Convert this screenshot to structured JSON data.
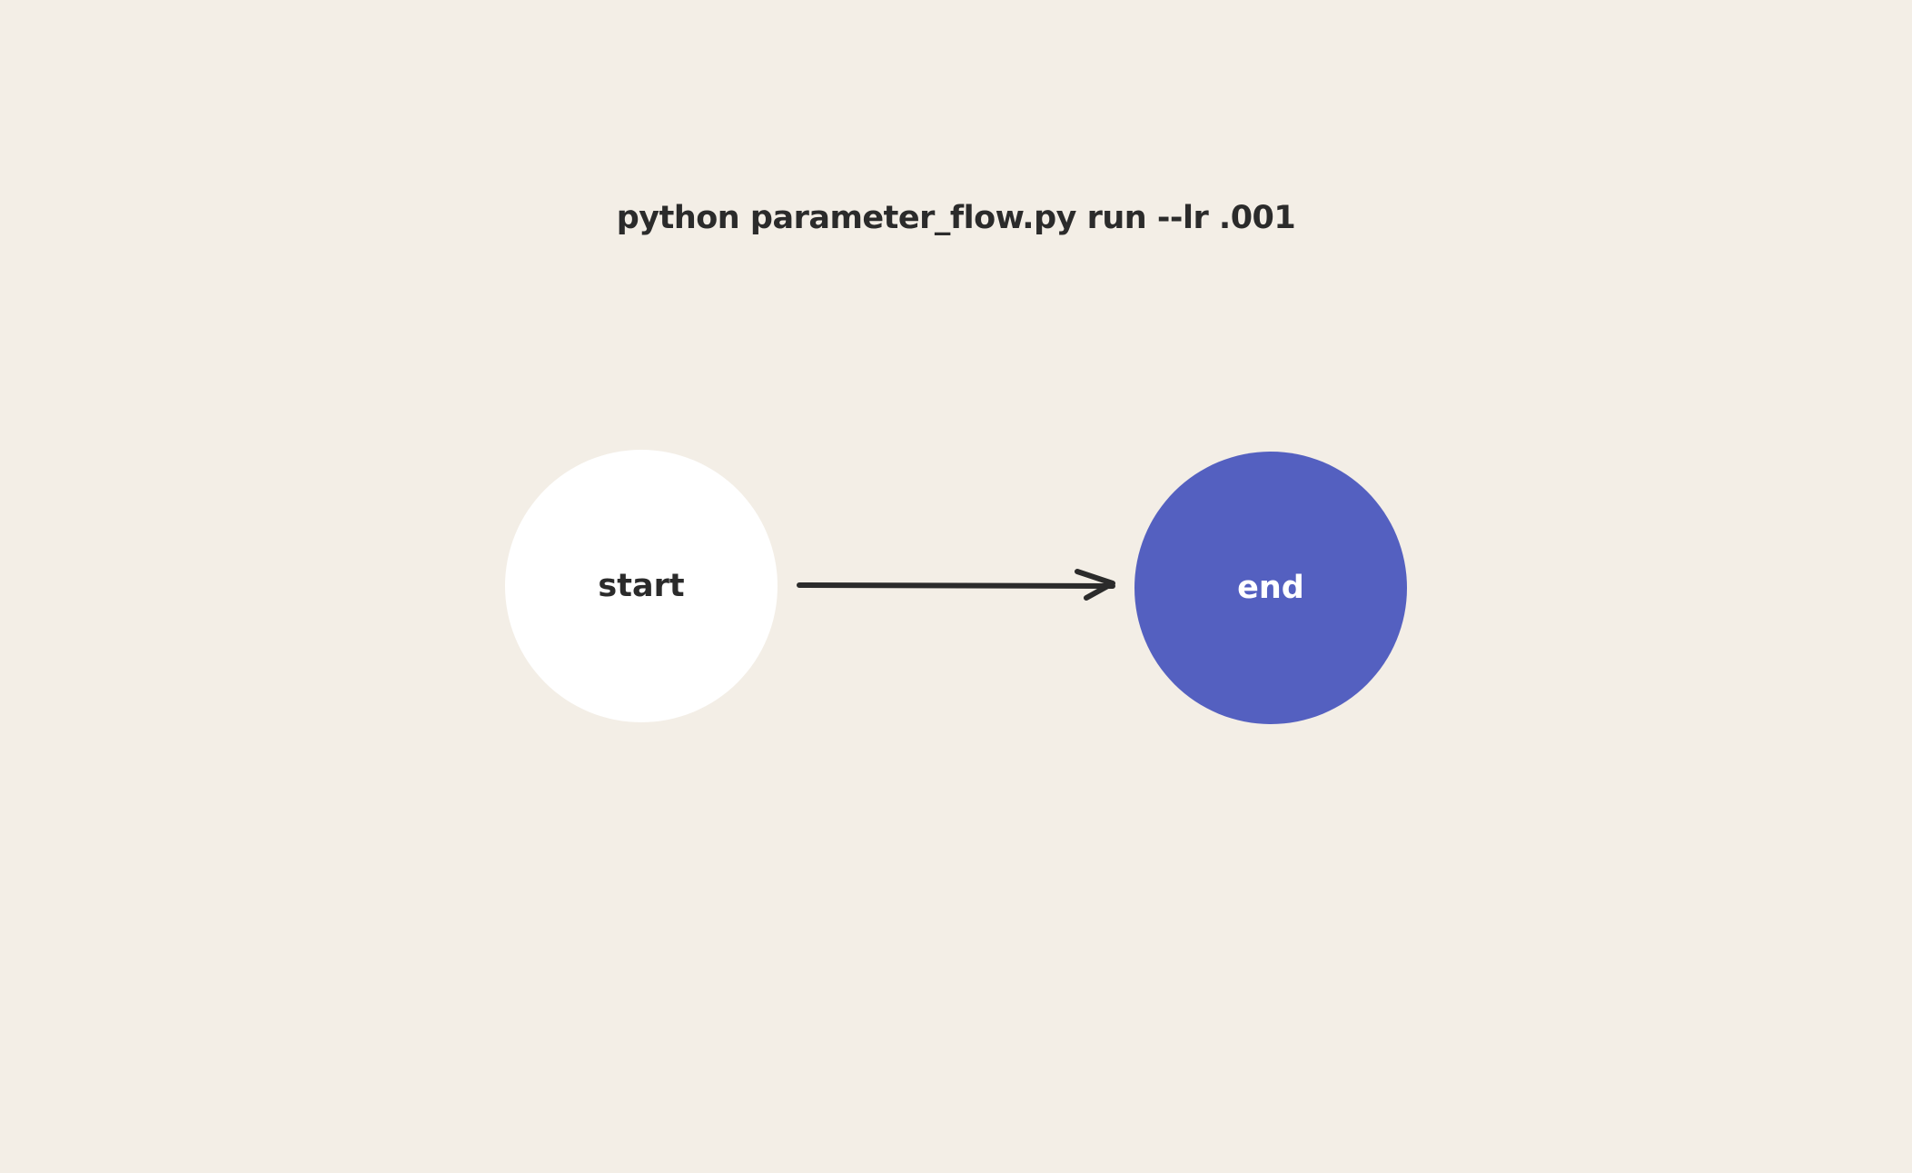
{
  "diagram": {
    "command": "python parameter_flow.py run --lr .001",
    "nodes": [
      {
        "id": "start",
        "label": "start",
        "fill": "#ffffff",
        "text_color": "#2b2b2b"
      },
      {
        "id": "end",
        "label": "end",
        "fill": "#5460c0",
        "text_color": "#ffffff"
      }
    ],
    "edges": [
      {
        "from": "start",
        "to": "end"
      }
    ],
    "colors": {
      "background": "#f3eee6",
      "edge": "#2b2b2b",
      "text": "#2b2b2b"
    }
  }
}
